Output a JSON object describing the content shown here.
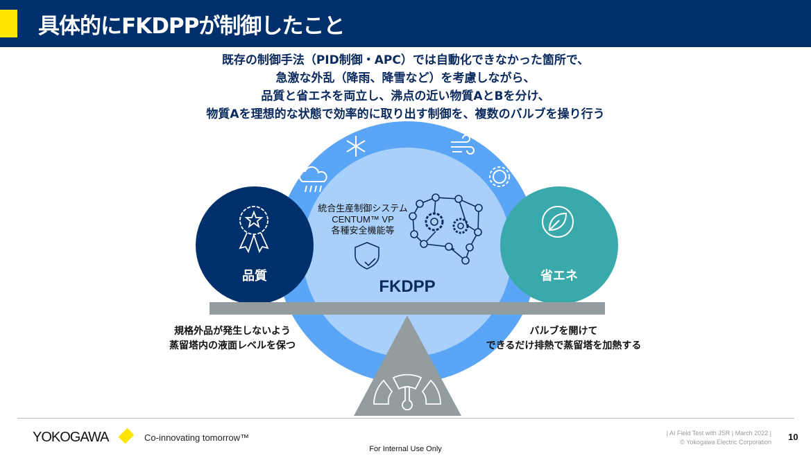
{
  "header": {
    "title": "具体的にFKDPPが制御したこと"
  },
  "lead": [
    "既存の制御手法（PID制御・APC）では自動化できなかった箇所で、",
    "急激な外乱（降雨、降雪など）を考慮しながら、",
    "品質と省エネを両立し、沸点の近い物質AとBを分け、",
    "物質Aを理想的な状態で効率的に取り出す制御を、複数のバルブを操り行う"
  ],
  "center": {
    "lines": [
      "統合生産制御システム",
      "CENTUM™ VP",
      "各種安全機能等"
    ],
    "name": "FKDPP"
  },
  "left": {
    "label": "品質",
    "caption": [
      "規格外品が発生しないよう",
      "蒸留塔内の液面レベルを保つ"
    ]
  },
  "right": {
    "label": "省エネ",
    "caption": [
      "バルブを開けて",
      "できるだけ排熱で蒸留塔を加熱する"
    ]
  },
  "colors": {
    "navy": "#00306b",
    "ring": "#5aa5f5",
    "inner": "#a9d0fb",
    "teal": "#3aa9ac",
    "beam": "#939c9f",
    "yellow": "#ffe600"
  },
  "footer": {
    "brand": "YOKOGAWA",
    "tagline": "Co-innovating tomorrow™",
    "meta1": "| AI Field Test with JSR | March 2022 |",
    "meta2": "© Yokogawa Electric Corporation",
    "page": "10",
    "internal": "For Internal Use Only"
  }
}
